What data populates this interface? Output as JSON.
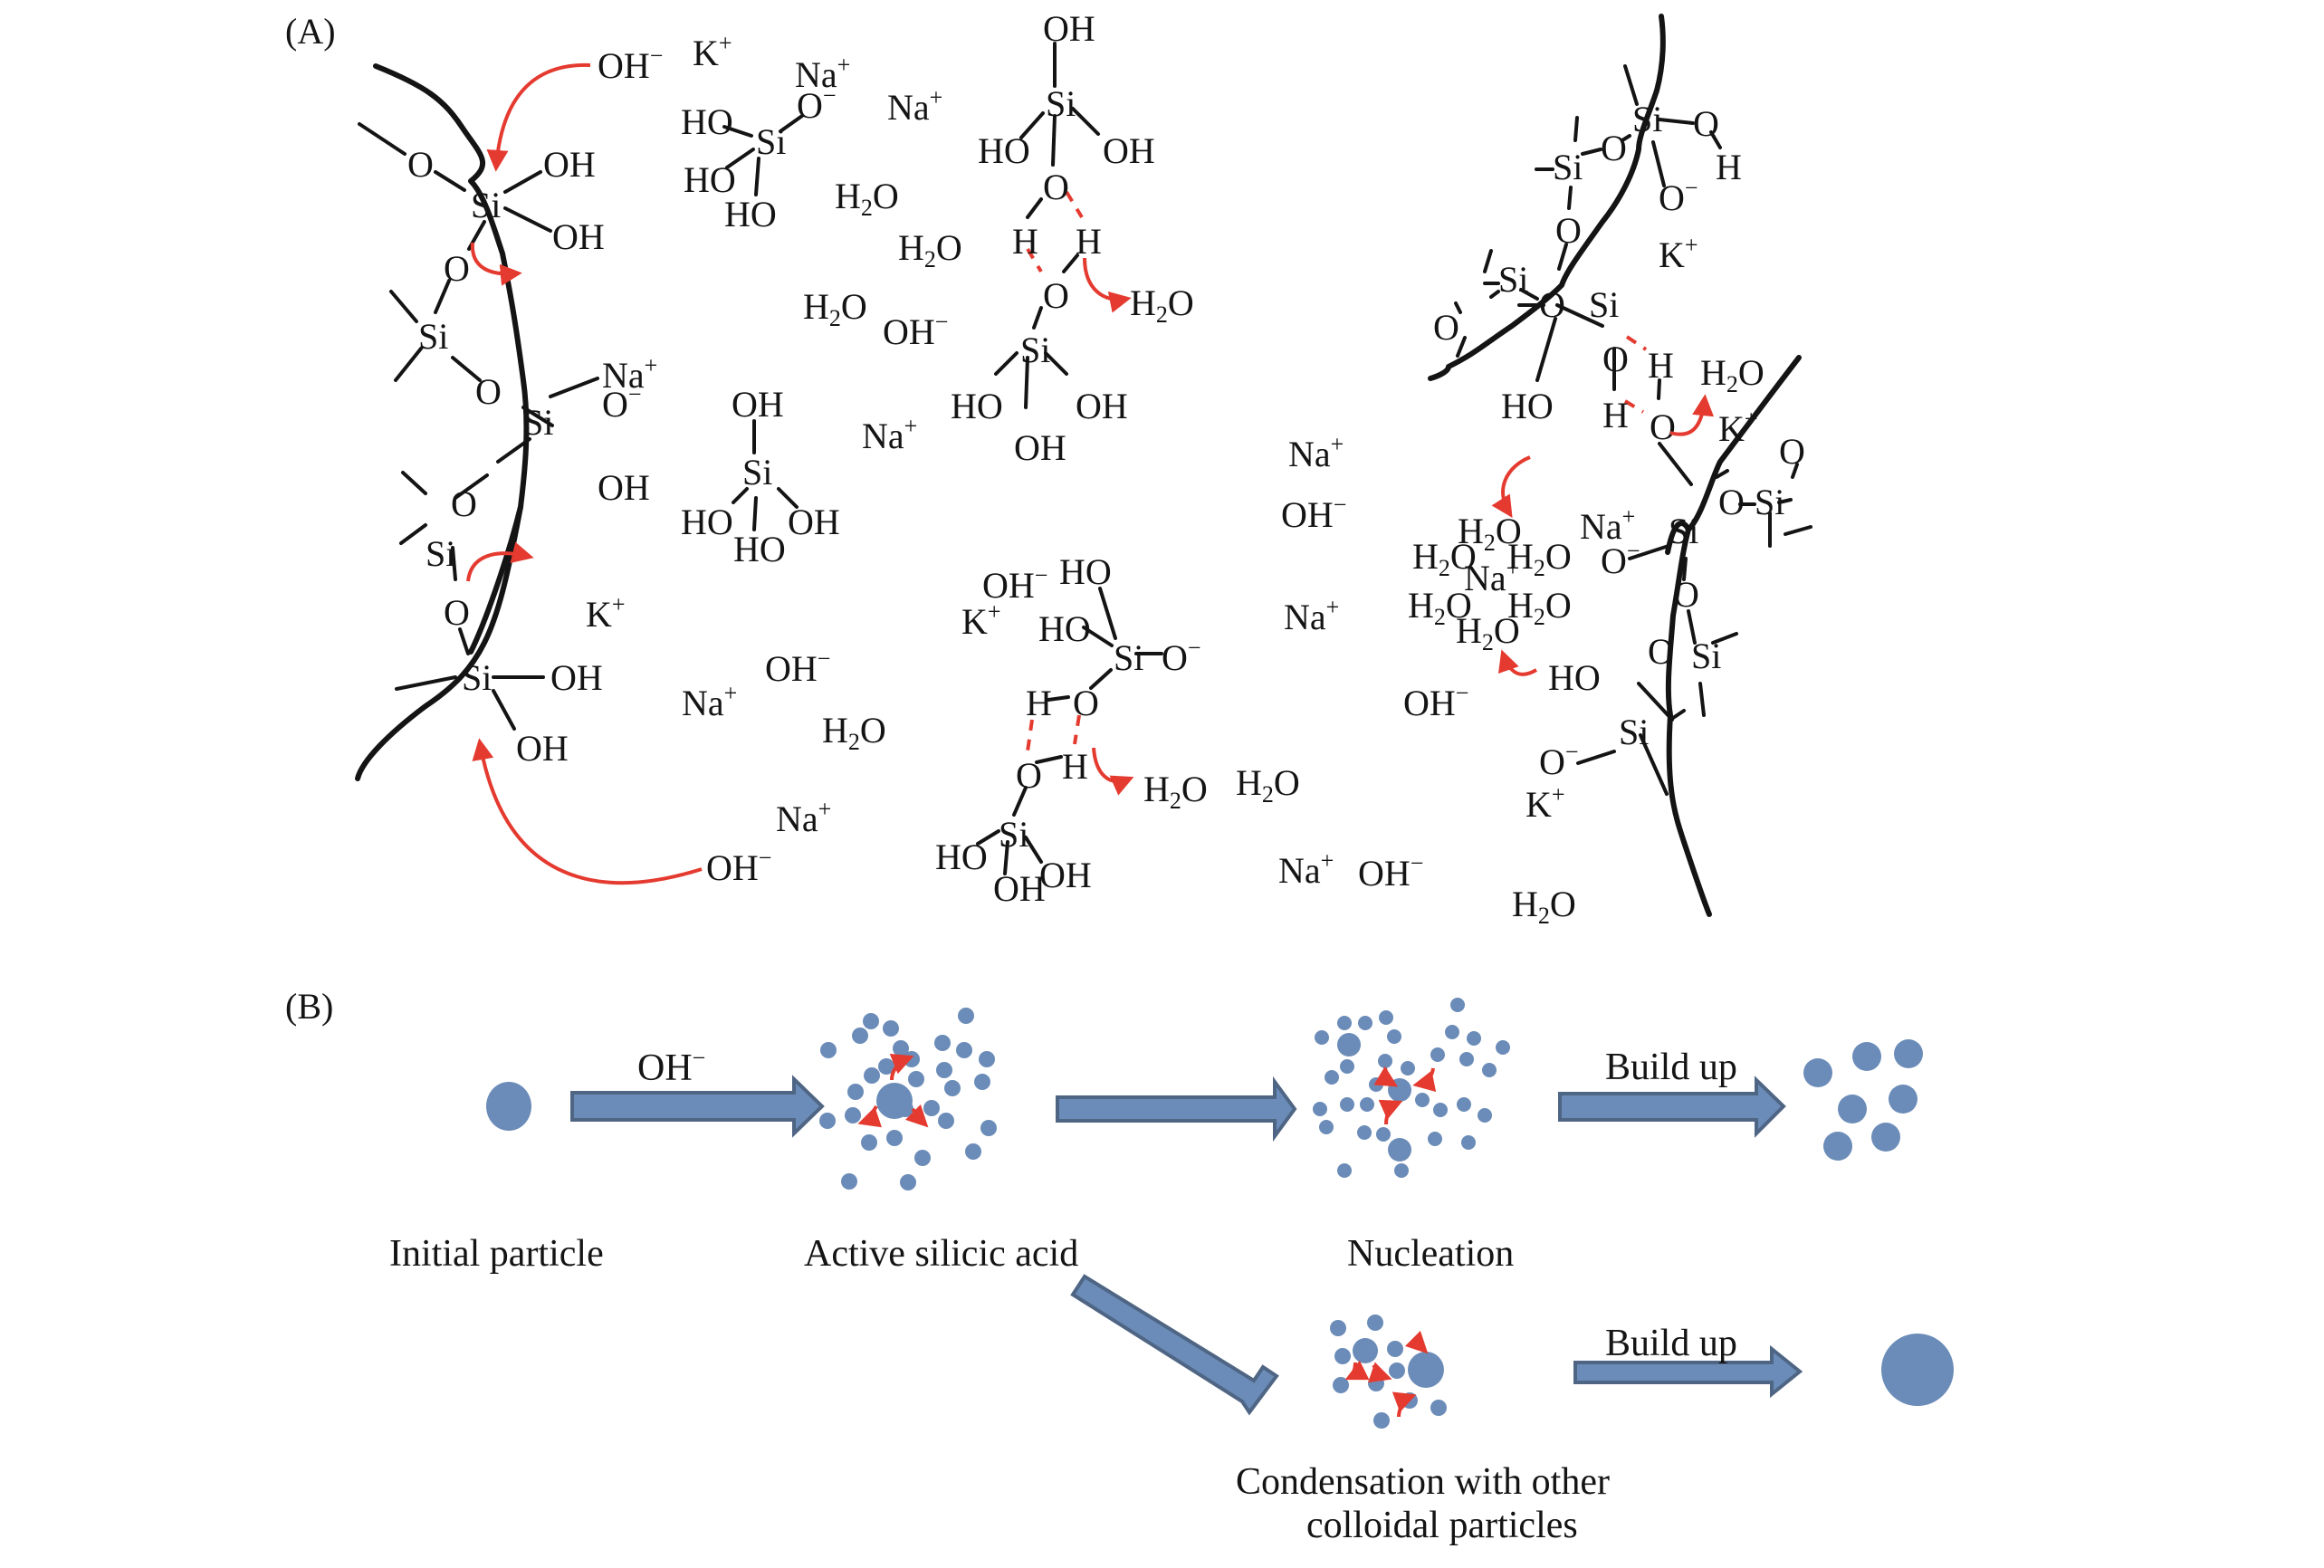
{
  "figure": {
    "panel_a_label": "(A)",
    "panel_b_label": "(B)"
  },
  "panel_a": {
    "species": {
      "oh_minus": "OH",
      "minus": "−",
      "plus": "+",
      "k": "K",
      "na": "Na",
      "h": "H",
      "h2o_h": "H",
      "h2o_sub": "2",
      "h2o_o": "O",
      "si": "Si",
      "o": "O",
      "oh": "OH",
      "ho": "HO"
    },
    "description": "Dissolution of silica surface by OH− attack in alkaline Na+/K+ solution, release of silicic acid, and condensation via hydrogen-bonded silanols releasing H2O"
  },
  "panel_b": {
    "arrow_label_oh": "OH",
    "arrow_label_oh_charge": "−",
    "stages": [
      {
        "label": "Initial particle"
      },
      {
        "label": "Active silicic acid"
      },
      {
        "label": "Nucleation"
      }
    ],
    "build_up_top": "Build up",
    "build_up_bottom": "Build up",
    "condensation_label_line1": "Condensation with other",
    "condensation_label_line2": "colloidal particles"
  },
  "colors": {
    "particle": "#6b8cb8",
    "arrow_border": "#4f6584",
    "reaction_arrow": "#e43a2f",
    "text": "#141414"
  }
}
